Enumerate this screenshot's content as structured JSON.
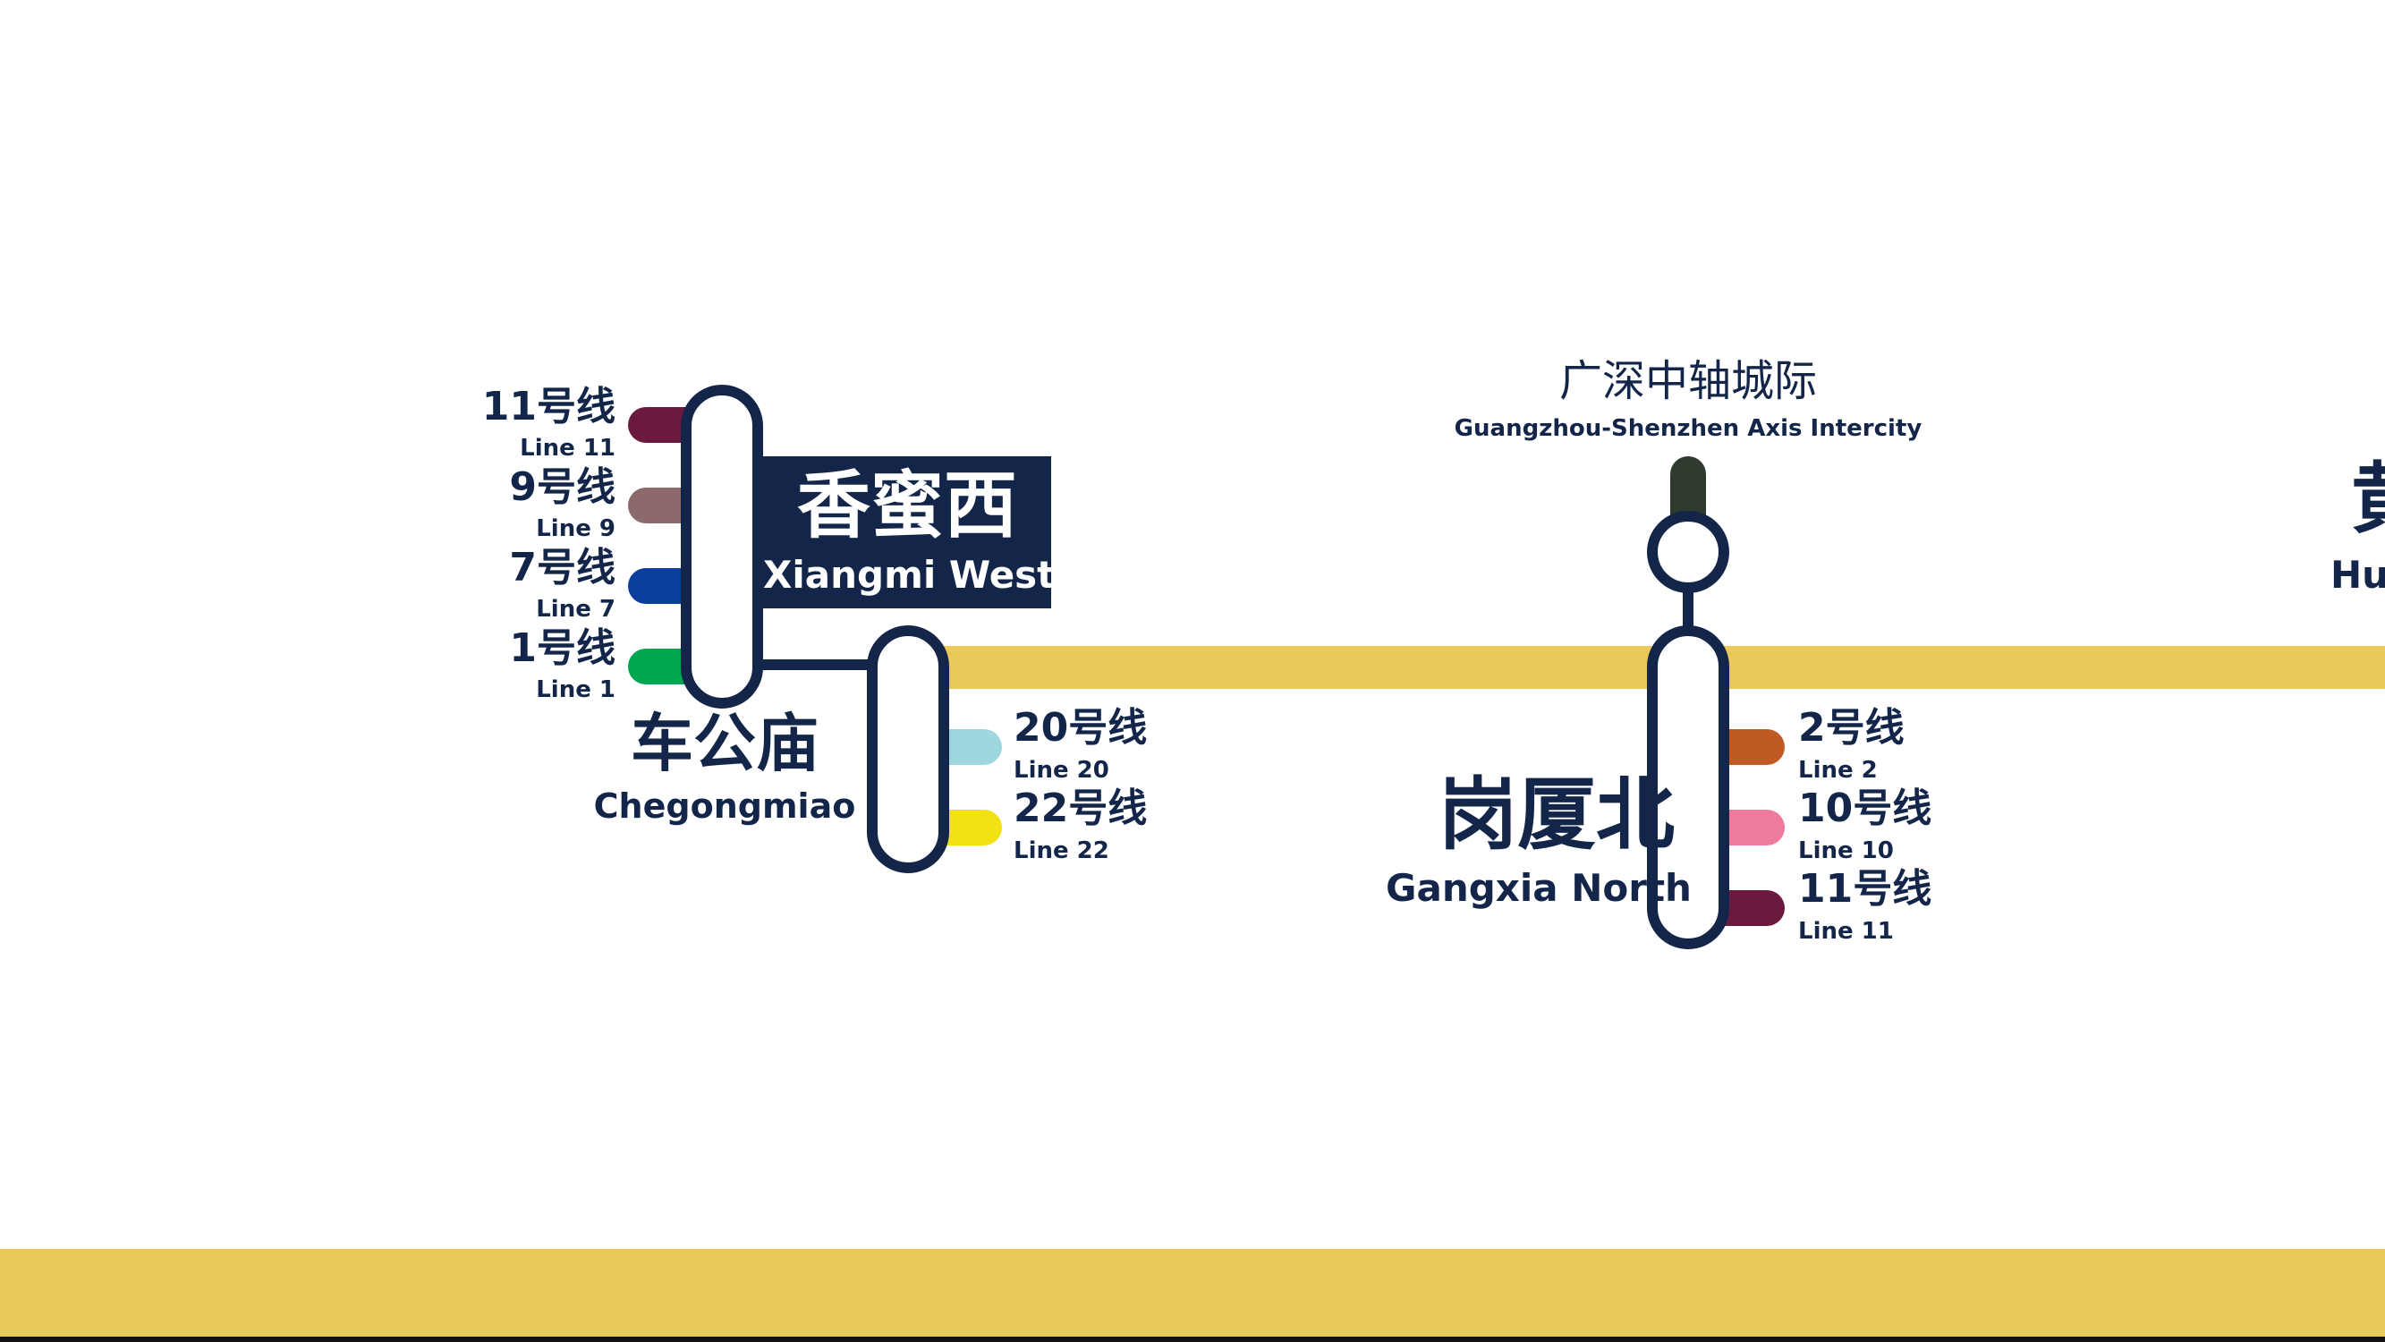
{
  "colors": {
    "main_line": "#e9c95a",
    "outline": "#13264a",
    "line_1": "#00a550",
    "line_2": "#bf5a24",
    "line_7": "#0a3e9c",
    "line_9": "#8c6a6c",
    "line_10": "#ef7b9c",
    "line_11": "#6b1a3d",
    "line_20": "#9fd7e0",
    "line_22": "#f3e213",
    "intercity": "#2e3a2e"
  },
  "stations": {
    "xiangmi_west": {
      "name_cn": "香蜜西",
      "name_en": "Xiangmi West",
      "transfers": [
        {
          "cn": "11号线",
          "en": "Line 11"
        },
        {
          "cn": "9号线",
          "en": "Line 9"
        },
        {
          "cn": "7号线",
          "en": "Line 7"
        },
        {
          "cn": "1号线",
          "en": "Line 1"
        }
      ]
    },
    "chegongmiao": {
      "name_cn": "车公庙",
      "name_en": "Chegongmiao",
      "transfers": [
        {
          "cn": "20号线",
          "en": "Line 20"
        },
        {
          "cn": "22号线",
          "en": "Line 22"
        }
      ]
    },
    "gangxia_north": {
      "name_cn": "岗厦北",
      "name_en": "Gangxia North",
      "intercity_cn": "广深中轴城际",
      "intercity_en": "Guangzhou-Shenzhen Axis Intercity",
      "transfers": [
        {
          "cn": "2号线",
          "en": "Line 2"
        },
        {
          "cn": "10号线",
          "en": "Line 10"
        },
        {
          "cn": "11号线",
          "en": "Line 11"
        }
      ]
    },
    "huangmugang_partial": {
      "name_cn": "黄",
      "name_en": "Hu"
    }
  }
}
